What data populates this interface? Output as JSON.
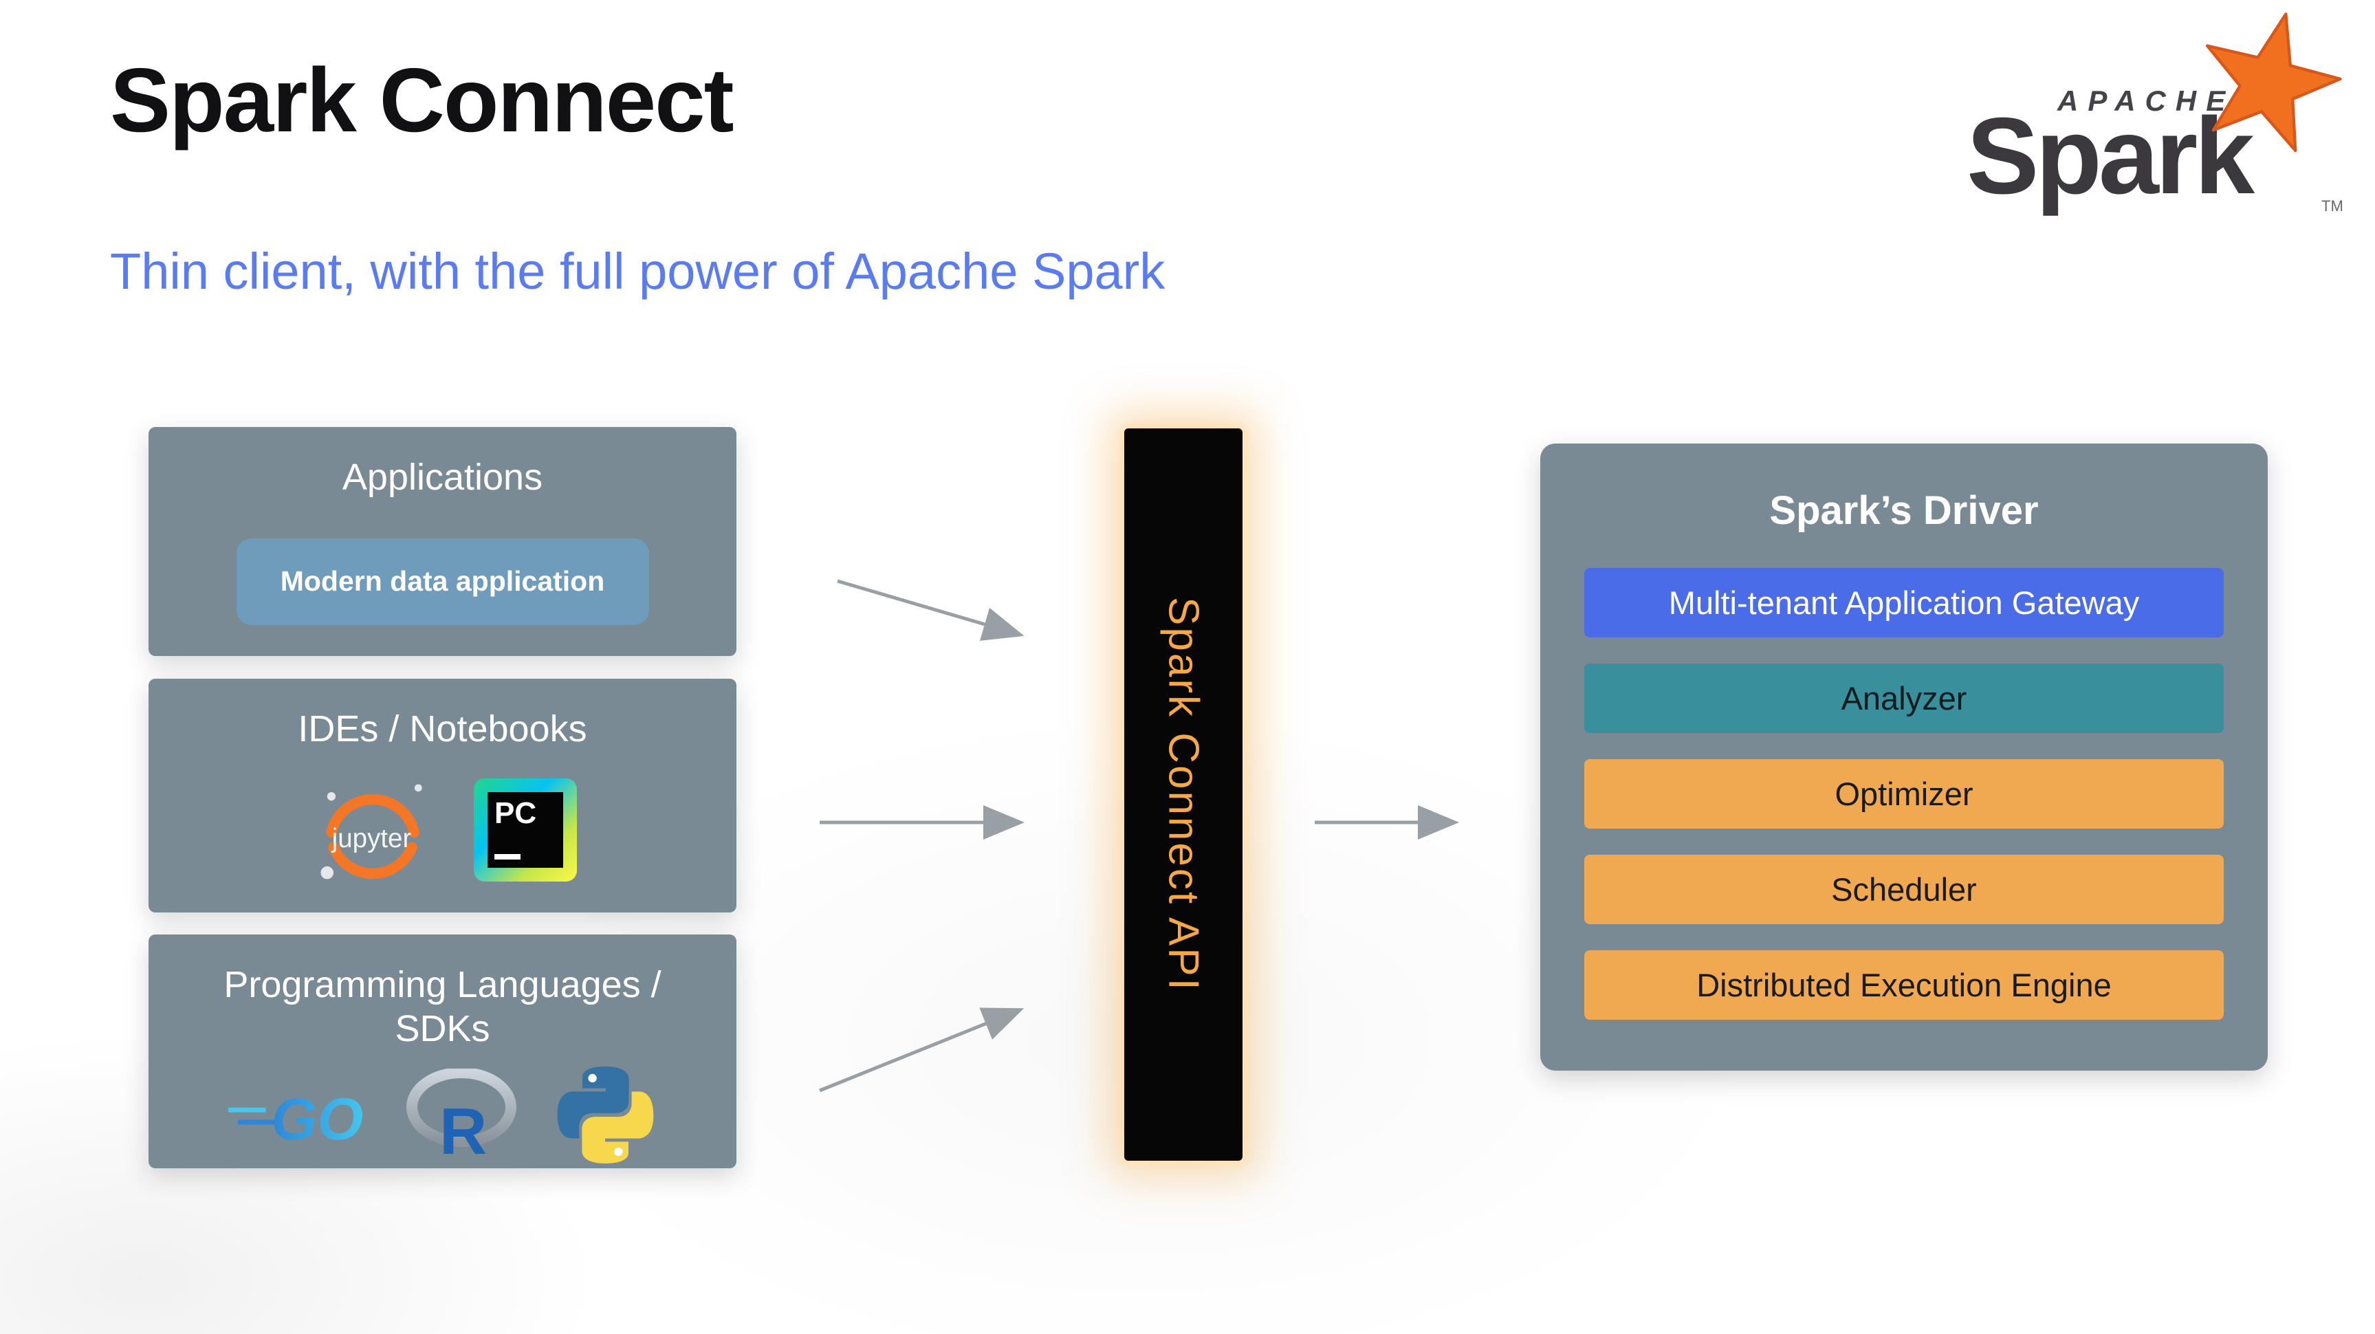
{
  "page": {
    "title": "Spark Connect",
    "subtitle": "Thin client, with the full power of Apache Spark"
  },
  "logo": {
    "apache": "APACHE",
    "spark": "Spark",
    "tm": "TM"
  },
  "sources": [
    {
      "title": "Applications",
      "chip": "Modern data application"
    },
    {
      "title": "IDEs / Notebooks",
      "jupyter_label": "jupyter",
      "pycharm_label": "PC"
    },
    {
      "title": "Programming Languages / SDKs",
      "go_label": "GO",
      "r_label": "R"
    }
  ],
  "center": {
    "label": "Spark Connect API"
  },
  "driver": {
    "title": "Spark’s Driver",
    "layers": [
      {
        "label": "Multi-tenant Application Gateway",
        "color": "#4a6ce8",
        "text_color": "#ffffff"
      },
      {
        "label": "Analyzer",
        "color": "#3a8f9d",
        "text_color": "#101b1e"
      },
      {
        "label": "Optimizer",
        "color": "#f0a950",
        "text_color": "#1a1a1a"
      },
      {
        "label": "Scheduler",
        "color": "#f0a950",
        "text_color": "#1a1a1a"
      },
      {
        "label": "Distributed Execution Engine",
        "color": "#f0a950",
        "text_color": "#1a1a1a"
      }
    ]
  },
  "colors": {
    "subtitle_blue": "#5b7bf0",
    "box_gray": "#7a8a94",
    "chip_blue": "#6e9cba",
    "api_orange": "#f5a843",
    "api_bar_black": "#060606",
    "arrow_gray": "#98a0a6",
    "spark_logo_orange": "#f0701f",
    "jupyter_orange": "#f37726"
  }
}
